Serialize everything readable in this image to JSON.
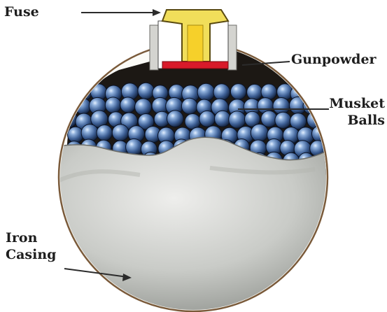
{
  "labels": {
    "fuse": "Fuse",
    "gunpowder": "Gunpowder",
    "musket_line1": "Musket",
    "musket_line2": "Balls",
    "iron_line1": "Iron",
    "iron_line2": "Casing"
  },
  "colors": {
    "casing_outline": "#7a5a3a",
    "casing_gray": "#c9cbc7",
    "casing_shadow": "#8e918c",
    "interior_dark": "#1c1814",
    "musket_ball": "#3d5f95",
    "fuse_yellow": "#f1de5a",
    "fuse_core": "#f6d02a",
    "gunpowder_red": "#d81a2a",
    "label_text": "#1e1e1e"
  }
}
